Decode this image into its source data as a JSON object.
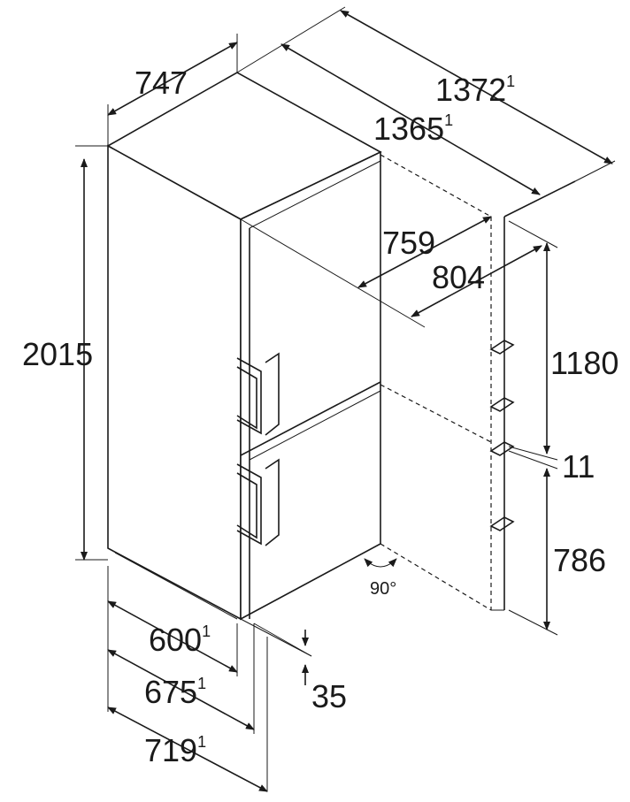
{
  "title": "Fridge-freezer dimension drawing",
  "dimensions": {
    "width_top": "747",
    "depth_door_open_max": "1372",
    "depth_door_open_max_note": "1",
    "depth_door_open": "1365",
    "depth_door_open_note": "1",
    "depth_759": "759",
    "depth_804": "804",
    "height": "2015",
    "fridge_door_height": "1180",
    "door_gap": "11",
    "freezer_door_height": "786",
    "door_angle": "90°",
    "width_600": "600",
    "width_600_note": "1",
    "depth_675": "675",
    "depth_675_note": "1",
    "depth_719": "719",
    "depth_719_note": "1",
    "door_offset": "35"
  }
}
